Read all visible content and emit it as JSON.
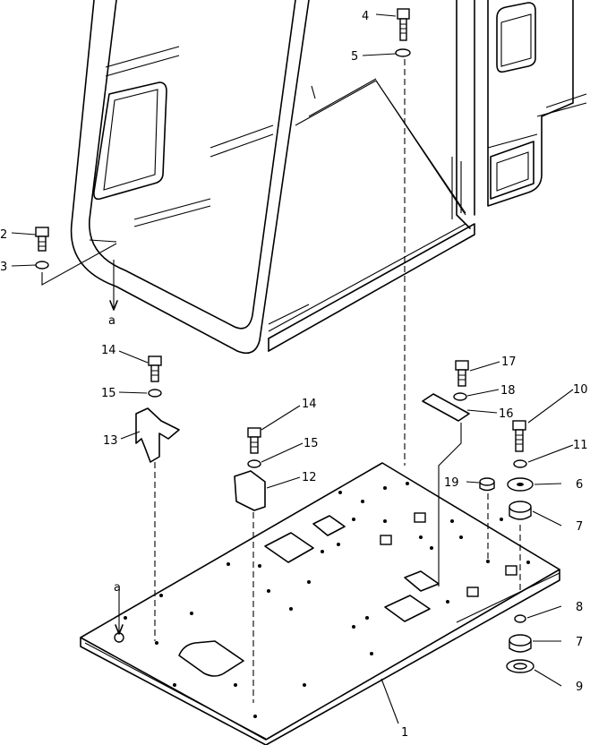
{
  "diagram": {
    "callouts": {
      "c1": "1",
      "c2": "2",
      "c3": "3",
      "c4": "4",
      "c5": "5",
      "c6": "6",
      "c7a": "7",
      "c7b": "7",
      "c8": "8",
      "c9": "9",
      "c10": "10",
      "c11": "11",
      "c12": "12",
      "c13": "13",
      "c14a": "14",
      "c14b": "14",
      "c15a": "15",
      "c15b": "15",
      "c16": "16",
      "c17": "17",
      "c18": "18",
      "c19": "19"
    },
    "reference_marks": {
      "a_top": "a",
      "a_bottom": "a"
    }
  }
}
